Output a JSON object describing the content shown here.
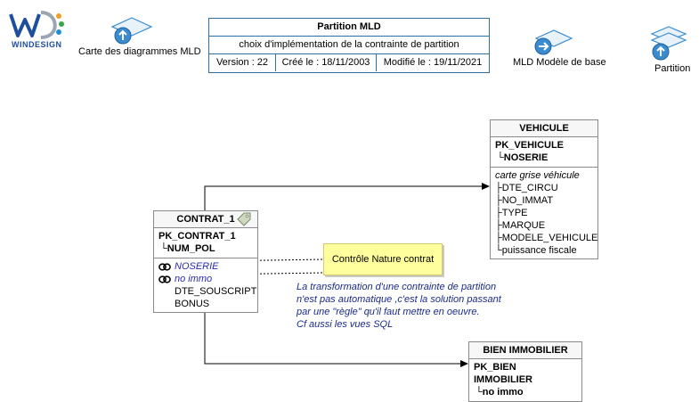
{
  "header": {
    "logo_text": "WINDESIGN",
    "nav_left_label": "Carte des diagrammes MLD",
    "nav_right_label": "MLD Modèle de base",
    "nav_partition_label": "Partition"
  },
  "title_block": {
    "title": "Partition MLD",
    "subtitle": "choix d'implémentation de la contrainte de partition",
    "version": "Version : 22",
    "created": "Créé le : 18/11/2003",
    "modified": "Modifié le : 19/11/2021"
  },
  "entities": {
    "vehicule": {
      "name": "VEHICULE",
      "pk_name": "PK_VEHICULE",
      "pk_columns": [
        "└NOSERIE"
      ],
      "attributes": [
        "carte grise véhicule",
        "├DTE_CIRCU",
        "├NO_IMMAT",
        "├TYPE",
        "├MARQUE",
        "├MODELE_VEHICULE",
        "└puissance fiscale"
      ]
    },
    "contrat": {
      "name": "CONTRAT_1",
      "pk_name": "PK_CONTRAT_1",
      "pk_columns": [
        "└NUM_POL"
      ],
      "fk_attributes": [
        "NOSERIE",
        "no immo"
      ],
      "attributes": [
        "DTE_SOUSCRIPT",
        "BONUS"
      ]
    },
    "bien": {
      "name": "BIEN IMMOBILIER",
      "pk_name": "PK_BIEN IMMOBILIER",
      "pk_columns": [
        "└no immo"
      ]
    }
  },
  "note": {
    "text": "Contrôle Nature contrat"
  },
  "comment": {
    "lines": [
      "La transformation d'une contrainte de partition",
      "n'est pas automatique ,c'est la solution passant",
      "par une \"règle\" qu'il faut mettre en oeuvre.",
      "Cf aussi les vues SQL"
    ]
  }
}
